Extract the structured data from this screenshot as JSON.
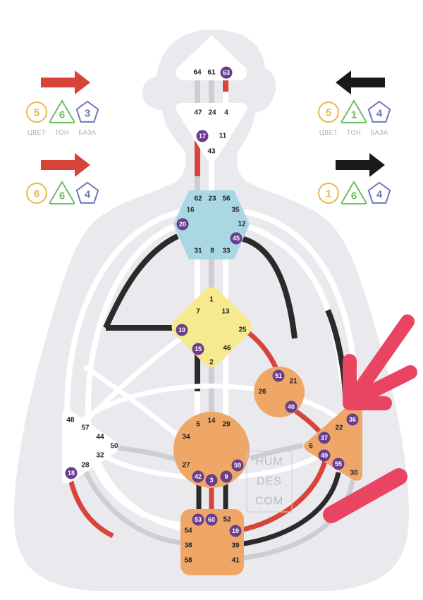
{
  "colors": {
    "silhouette": "#e9e9ee",
    "channel_white": "#ffffff",
    "channel_gray": "#cdcdd4",
    "channel_black": "#2a2a2a",
    "channel_red": "#d8433a",
    "head": "#ffffff",
    "ajna": "#ffffff",
    "throat": "#a9d8e4",
    "g_center": "#f7e98e",
    "sacral": "#efa767",
    "solar_plexus": "#efa767",
    "heart": "#efa767",
    "spleen": "#ffffff",
    "root": "#efa767",
    "activation": "#6a3d8c",
    "annotation_arrow": "#ea4463",
    "variable_color": "#e9b949",
    "variable_tone": "#6fbf63",
    "variable_base": "#6f76b8"
  },
  "centers": {
    "head": {
      "gates": [
        "64",
        "61",
        "63"
      ]
    },
    "ajna": {
      "gates": [
        "47",
        "24",
        "4",
        "17",
        "11",
        "43"
      ]
    },
    "throat": {
      "gates": [
        "62",
        "23",
        "56",
        "16",
        "35",
        "20",
        "12",
        "45",
        "31",
        "8",
        "33"
      ]
    },
    "g": {
      "gates": [
        "1",
        "7",
        "13",
        "10",
        "25",
        "15",
        "46",
        "2"
      ]
    },
    "heart": {
      "gates": [
        "51",
        "21",
        "26",
        "40"
      ]
    },
    "solar_plexus": {
      "gates": [
        "36",
        "22",
        "37",
        "6",
        "49",
        "55",
        "30"
      ]
    },
    "sacral": {
      "gates": [
        "5",
        "14",
        "29",
        "34",
        "27",
        "42",
        "3",
        "9",
        "59"
      ]
    },
    "spleen": {
      "gates": [
        "48",
        "57",
        "44",
        "50",
        "32",
        "28",
        "18"
      ]
    },
    "root": {
      "gates": [
        "53",
        "60",
        "52",
        "54",
        "19",
        "38",
        "39",
        "58",
        "41"
      ]
    }
  },
  "activated_gates": [
    "63",
    "17",
    "20",
    "45",
    "10",
    "15",
    "51",
    "40",
    "36",
    "37",
    "49",
    "55",
    "59",
    "42",
    "3",
    "9",
    "18",
    "53",
    "60",
    "19"
  ],
  "variables": {
    "left_top": {
      "arrow_direction": "right",
      "arrow_color": "#d8433a",
      "color": "5",
      "tone": "6",
      "base": "3",
      "labels": [
        "ЦВЕТ",
        "ТОН",
        "БАЗА"
      ]
    },
    "left_bottom": {
      "arrow_direction": "right",
      "arrow_color": "#d8433a",
      "color": "6",
      "tone": "6",
      "base": "4"
    },
    "right_top": {
      "arrow_direction": "left",
      "arrow_color": "#1a1a1a",
      "color": "5",
      "tone": "1",
      "base": "4",
      "labels": [
        "ЦВЕТ",
        "ТОН",
        "БАЗА"
      ]
    },
    "right_bottom": {
      "arrow_direction": "right",
      "arrow_color": "#1a1a1a",
      "color": "1",
      "tone": "6",
      "base": "4"
    }
  },
  "watermark": [
    "HUM",
    "DES",
    "COM"
  ]
}
